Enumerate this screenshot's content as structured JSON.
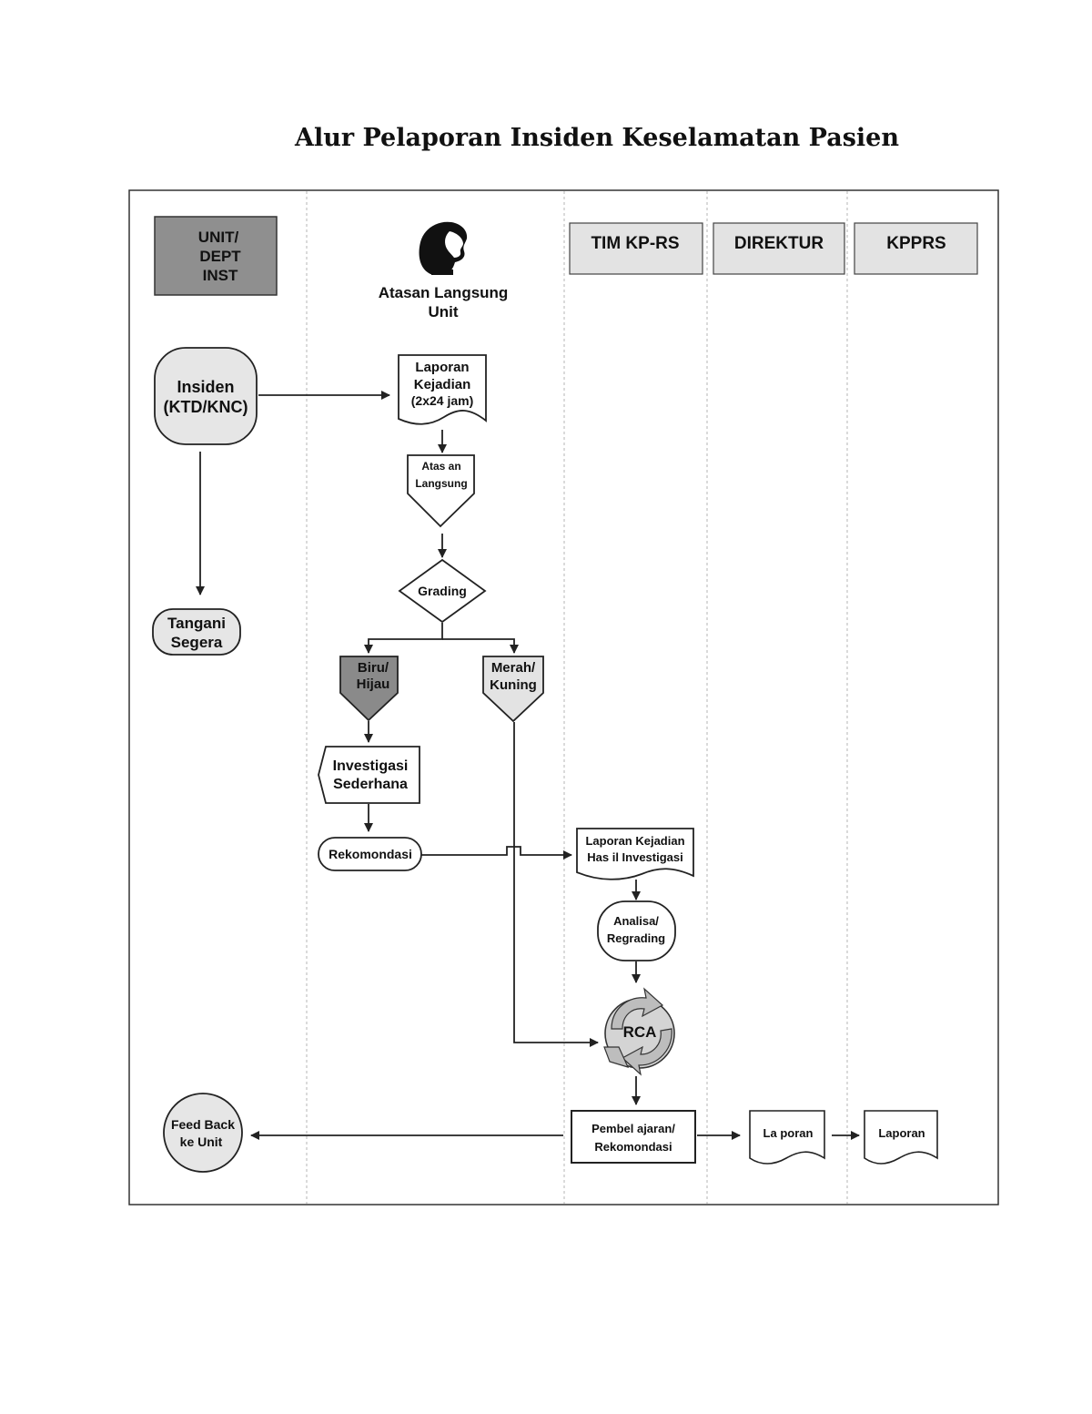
{
  "title": "Alur Pelaporan Insiden Keselamatan Pasien",
  "lanes": {
    "unit": [
      "UNIT/",
      "DEPT",
      "INST"
    ],
    "atasan": [
      "Atasan Langsung",
      "Unit"
    ],
    "tim": "TIM KP-RS",
    "direktur": "DIREKTUR",
    "kpprs": "KPPRS"
  },
  "nodes": {
    "insiden": [
      "Insiden",
      "(KTD/KNC)"
    ],
    "tangani": [
      "Tangani",
      "Segera"
    ],
    "laporan_kejadian": [
      "Laporan",
      "Kejadian",
      "(2x24 jam)"
    ],
    "atasan_langsung": [
      "Atas an",
      "Langsung"
    ],
    "grading": "Grading",
    "biru_hijau": [
      "Biru/",
      "Hijau"
    ],
    "merah_kuning": [
      "Merah/",
      "Kuning"
    ],
    "investigasi": [
      "Investigasi",
      "Sederhana"
    ],
    "rekomendasi": "Rekomondasi",
    "laporan_hasil": [
      "Laporan Kejadian",
      "Has il Investigasi"
    ],
    "analisa": [
      "Analisa/",
      "Regrading"
    ],
    "rca": "RCA",
    "pembelajaran": [
      "Pembel ajaran/",
      "Rekomondasi"
    ],
    "laporan_direktur": "La poran",
    "laporan_kpprs": "Laporan",
    "feedback": [
      "Feed Back",
      "ke Unit"
    ]
  },
  "colors": {
    "unit_header": "#8f8f8f",
    "lane_header": "#e3e3e3",
    "node_light": "#e6e6e6",
    "node_dark": "#8a8a8a",
    "stroke": "#222222"
  }
}
